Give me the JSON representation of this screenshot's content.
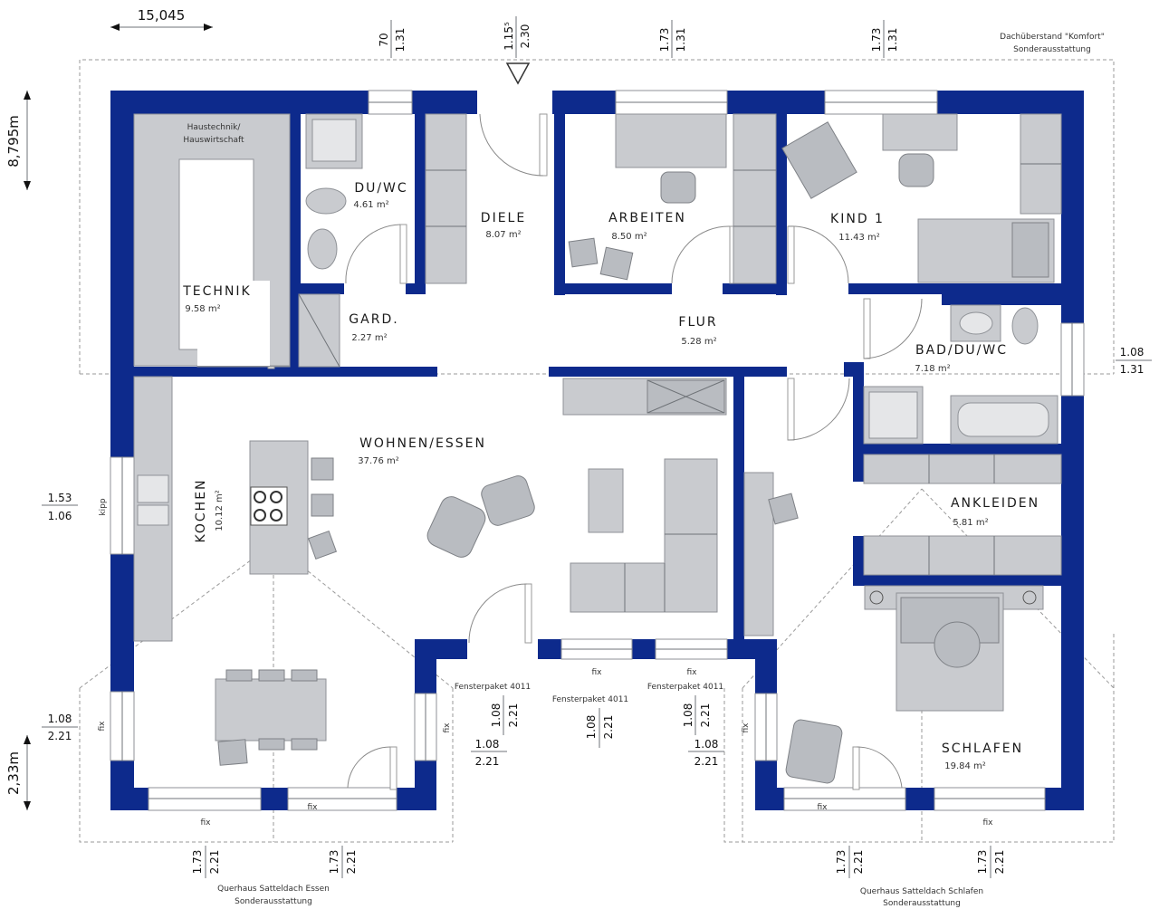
{
  "overall": {
    "width": "15,045",
    "depth_main": "8,795m",
    "depth_side": "2,33m"
  },
  "rooms": {
    "technik": {
      "name": "TECHNIK",
      "area": "9.58 m²",
      "note_line1": "Haustechnik/",
      "note_line2": "Hauswirtschaft"
    },
    "duwc": {
      "name": "DU/WC",
      "area": "4.61 m²"
    },
    "diele": {
      "name": "DIELE",
      "area": "8.07 m²"
    },
    "arbeiten": {
      "name": "ARBEITEN",
      "area": "8.50 m²"
    },
    "kind1": {
      "name": "KIND 1",
      "area": "11.43 m²"
    },
    "gard": {
      "name": "GARD.",
      "area": "2.27 m²"
    },
    "flur": {
      "name": "FLUR",
      "area": "5.28 m²"
    },
    "bad": {
      "name": "BAD/DU/WC",
      "area": "7.18 m²"
    },
    "wohnen": {
      "name": "WOHNEN/ESSEN",
      "area": "37.76 m²"
    },
    "kochen": {
      "name": "KOCHEN",
      "area": "10.12 m²"
    },
    "ankleiden": {
      "name": "ANKLEIDEN",
      "area": "5.81 m²"
    },
    "schlafen": {
      "name": "SCHLAFEN",
      "area": "19.84 m²"
    }
  },
  "top_dims": {
    "d1a": "70",
    "d1b": "1.31",
    "d2a": "1.15⁵",
    "d2b": "2.30",
    "d3a": "1.73",
    "d3b": "1.31",
    "d4a": "1.73",
    "d4b": "1.31"
  },
  "side_dims": {
    "r1a": "1.08",
    "r1b": "1.31",
    "l1a": "1.53",
    "l1b": "1.06",
    "l2a": "1.08",
    "l2b": "2.21"
  },
  "front_dims": {
    "f1a": "1.08",
    "f1b": "2.21",
    "f2a": "1.08",
    "f2b": "2.21",
    "f3a": "1.08",
    "f3b": "2.21",
    "f4a": "1.08",
    "f4b": "2.21",
    "f5a": "1.08",
    "f5b": "2.21"
  },
  "bottom_dims": {
    "b1a": "1.73",
    "b1b": "2.21",
    "b2a": "1.73",
    "b2b": "2.21",
    "b3a": "1.73",
    "b3b": "2.21",
    "b4a": "1.73",
    "b4b": "2.21"
  },
  "window_labels": {
    "fix": "fix",
    "kipp": "kipp",
    "fensterpaket": "Fensterpaket 4011"
  },
  "notes": {
    "overhang_line1": "Dachüberstand \"Komfort\"",
    "overhang_line2": "Sonderausstattung",
    "querhaus_essen_line1": "Querhaus Satteldach Essen",
    "querhaus_essen_line2": "Sonderausstattung",
    "querhaus_schlafen_line1": "Querhaus Satteldach Schlafen",
    "querhaus_schlafen_line2": "Sonderausstattung"
  },
  "colors": {
    "wall": "#0d2a8c",
    "furniture": "#c9cbcf"
  }
}
